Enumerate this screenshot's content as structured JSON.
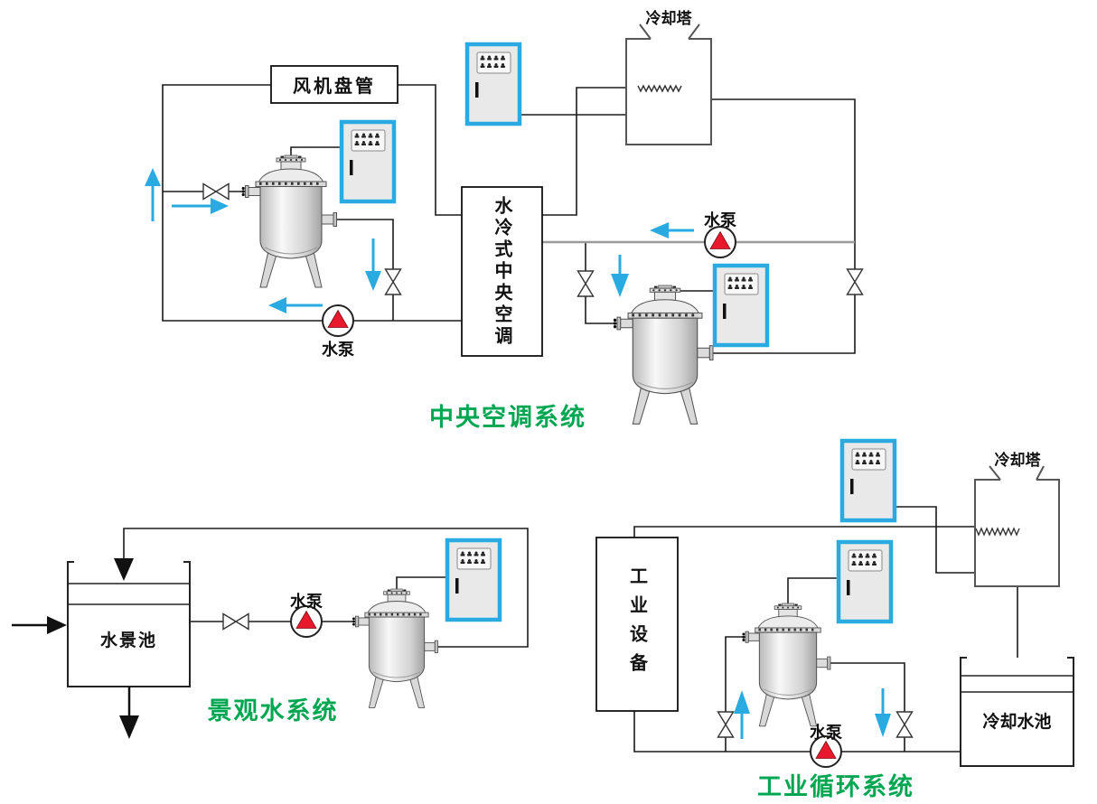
{
  "central_ac": {
    "title": "中央空调系统",
    "fan_coil": "风机盘管",
    "chiller": "水冷式中央空调",
    "cooling_tower": "冷却塔",
    "pump_top": "水泵",
    "pump_bottom": "水泵"
  },
  "landscape": {
    "title": "景观水系统",
    "pool": "水景池",
    "pump": "水泵"
  },
  "industrial": {
    "title": "工业循环系统",
    "equipment": "工业设备",
    "cooling_tower": "冷却塔",
    "cooling_pool": "冷却水池",
    "pump": "水泵"
  },
  "colors": {
    "accent_blue": "#29ABE2",
    "pump_red": "#E8192C",
    "title_green": "#00A651",
    "line_dark": "#1a1a1a",
    "line_gray": "#9a9a9a",
    "panel_fill": "#E9E9E9"
  }
}
